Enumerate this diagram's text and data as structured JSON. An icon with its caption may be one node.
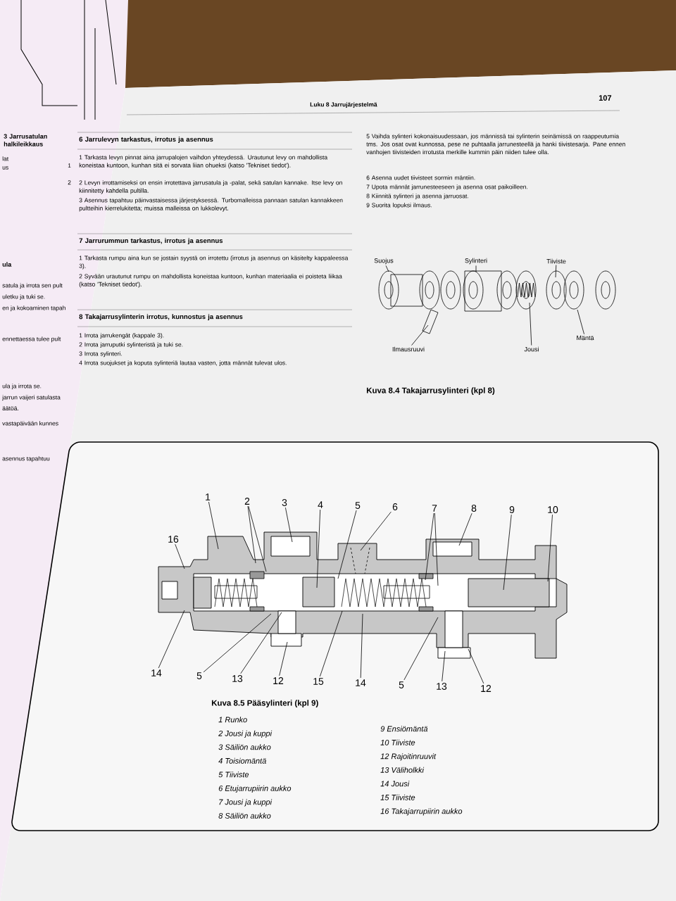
{
  "diagram": {
    "nodes": [
      {
        "text": [
          "Suojus"
        ]
      },
      {
        "text": [
          "Sylinteri"
        ]
      },
      {
        "text": [
          "Tiiviste"
        ]
      },
      {
        "text": [
          "Ilmausruuvi"
        ]
      },
      {
        "text": [
          "Jousi"
        ]
      },
      {
        "text": [
          "Mäntä"
        ]
      },
      {
        "text": [
          "1"
        ]
      },
      {
        "text": [
          "2"
        ]
      },
      {
        "text": [
          "3"
        ]
      },
      {
        "text": [
          "4"
        ]
      },
      {
        "text": [
          "5"
        ]
      },
      {
        "text": [
          "6"
        ]
      },
      {
        "text": [
          "7"
        ]
      },
      {
        "text": [
          "8"
        ]
      },
      {
        "text": [
          "9"
        ]
      },
      {
        "text": [
          "10"
        ]
      },
      {
        "text": [
          "16"
        ]
      },
      {
        "text": [
          "14"
        ]
      },
      {
        "text": [
          "5"
        ]
      },
      {
        "text": [
          "13"
        ]
      },
      {
        "text": [
          "12"
        ]
      },
      {
        "text": [
          "15"
        ]
      },
      {
        "text": [
          "14"
        ]
      },
      {
        "text": [
          "5"
        ]
      },
      {
        "text": [
          "13"
        ]
      },
      {
        "text": [
          "12"
        ]
      },
      {
        "text": [],
        "shape": "picture"
      },
      {
        "text": [],
        "shape": "picture"
      }
    ],
    "edges": [
      {
        "from": 0,
        "to": 26,
        "arrow": "none"
      },
      {
        "from": 1,
        "to": 26,
        "arrow": "none"
      },
      {
        "from": 2,
        "to": 26,
        "arrow": "none"
      },
      {
        "from": 3,
        "to": 26,
        "arrow": "none"
      },
      {
        "from": 4,
        "to": 26,
        "arrow": "none"
      },
      {
        "from": 5,
        "to": 26,
        "arrow": "none"
      },
      {
        "from": 6,
        "to": 27,
        "arrow": "none"
      },
      {
        "from": 7,
        "to": 27,
        "arrow": "none"
      },
      {
        "from": 7,
        "to": 27,
        "arrow": "none"
      },
      {
        "from": 8,
        "to": 27,
        "arrow": "none"
      },
      {
        "from": 9,
        "to": 27,
        "arrow": "none"
      },
      {
        "from": 10,
        "to": 27,
        "arrow": "none"
      },
      {
        "from": 11,
        "to": 27,
        "arrow": "none"
      },
      {
        "from": 12,
        "to": 27,
        "arrow": "none"
      },
      {
        "from": 12,
        "to": 27,
        "arrow": "none"
      },
      {
        "from": 13,
        "to": 27,
        "arrow": "none"
      },
      {
        "from": 14,
        "to": 27,
        "arrow": "none"
      },
      {
        "from": 15,
        "to": 27,
        "arrow": "none"
      },
      {
        "from": 16,
        "to": 27,
        "arrow": "none"
      },
      {
        "from": 17,
        "to": 27,
        "arrow": "none"
      },
      {
        "from": 18,
        "to": 27,
        "arrow": "none"
      },
      {
        "from": 19,
        "to": 27,
        "arrow": "none"
      },
      {
        "from": 20,
        "to": 27,
        "arrow": "none"
      },
      {
        "from": 21,
        "to": 27,
        "arrow": "none"
      },
      {
        "from": 22,
        "to": 27,
        "arrow": "none"
      },
      {
        "from": 23,
        "to": 27,
        "arrow": "none"
      },
      {
        "from": 24,
        "to": 27,
        "arrow": "none"
      },
      {
        "from": 25,
        "to": 27,
        "arrow": "none"
      }
    ],
    "labels": [
      "Luku 8 Jarrujärjestelmä",
      "107",
      "6 Jarrulevyn tarkastus, irrotus ja asennus",
      "1 Tarkasta levyn pinnat aina jarrupalojen vaihdon yhteydessä. Urautunut levy on mahdollista koneistaa kuntoon, kunhan sitä ei sorvata liian ohueksi (katso 'Tekniset tiedot').",
      "2 Levyn irrottamiseksi on ensin irrotettava jarrusatula ja -palat, sekä satulan kannake. Itse levy on kiinnitetty kahdella pultilla.",
      "3 Asennus tapahtuu päinvastaisessa järjestyksessä. Turbomalleissa pannaan satulan kannakkeen pultteihin kierrelukitetta; muissa malleissa on lukkolevyt.",
      "7 Jarrurummun tarkastus, irrotus ja asennus",
      "1 Tarkasta rumpu aina kun se jostain syystä on irrotettu (irrotus ja asennus on käsitelty kappaleessa 3).",
      "2 Syvään urautunut rumpu on mahdollista koneistaa kuntoon, kunhan materiaalia ei poisteta liikaa (katso 'Tekniset tiedot').",
      "8 Takajarrusylinterin irrotus, kunnostus ja asennus",
      "1 Irrota jarrukengät (kappale 3).",
      "2 Irrota jarruputki sylinteristä ja tuki se.",
      "3 Irrota sylinteri.",
      "4 Irrota suojukset ja koputa sylinteriä lautaa vasten, jotta männät tulevat ulos.",
      "5 Vaihda sylinteri kokonaisuudessaan, jos männissä tai sylinterin seinämissä on raappeutumia tms. Jos osat ovat kunnossa, pese ne puhtaalla jarrunesteellä ja hanki tiivistesarja. Pane ennen vanhojen tiivisteiden irrotusta merkille kummin päin niiden tulee olla.",
      "6 Asenna uudet tiivisteet sormin mäntiin.",
      "7 Upota männät jarrunesteeseen ja asenna osat paikoilleen.",
      "8 Kiinnitä sylinteri ja asenna jarruosat.",
      "9 Suorita lopuksi ilmaus.",
      "Kuva 8.4 Takajarrusylinteri (kpl 8)",
      "Kuva 8.5 Pääsylinteri (kpl 9)",
      "1 Runko",
      "2 Jousi ja kuppi",
      "3 Säiliön aukko",
      "4 Toisiomäntä",
      "5 Tiiviste",
      "6 Etujarrupiirin aukko",
      "7 Jousi ja kuppi",
      "8 Säiliön aukko",
      "9 Ensiömäntä",
      "10 Tiiviste",
      "12 Rajoitinruuvit",
      "13 Väliholkki",
      "14 Jousi",
      "15 Tiiviste",
      "16 Takajarrupiirin aukko",
      "3 Jarrusatulan halkileikkaus",
      "lat",
      "us",
      "1",
      "2",
      "ula",
      "satula ja irrota sen pult",
      "uletku ja tuki se.",
      "en ja kokoaminen tapah",
      "ennettaessa tulee pult",
      "ula ja irrota se.",
      "jarrun vaijeri satulasta",
      "äätöä.",
      "vastapäivään kunnes",
      "asennus tapahtuu"
    ]
  }
}
